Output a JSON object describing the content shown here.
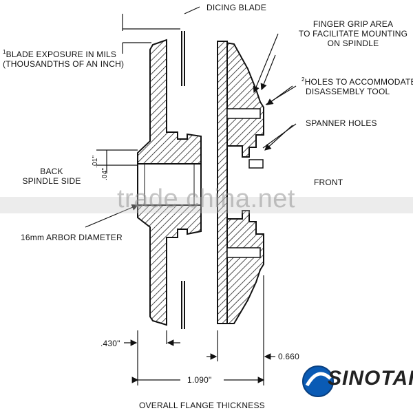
{
  "labels": {
    "dicing_blade": "DICING BLADE",
    "finger_grip_line1": "FINGER GRIP AREA",
    "finger_grip_line2": "TO FACILITATE MOUNTING",
    "finger_grip_line3": "ON SPINDLE",
    "blade_exposure_note": "1",
    "blade_exposure_line1": "BLADE EXPOSURE IN MILS",
    "blade_exposure_line2": "(THOUSANDTHS OF AN INCH)",
    "holes_note": "2",
    "holes_line1": "HOLES TO ACCOMMODATE",
    "holes_line2": "DISASSEMBLY TOOL",
    "spanner_holes": "SPANNER HOLES",
    "back_line1": "BACK",
    "back_line2": "SPINDLE SIDE",
    "front": "FRONT",
    "arbor": "16mm ARBOR DIAMETER",
    "dim_small_1": ".01\"",
    "dim_small_2": ".04\"",
    "dim_430": ".430\"",
    "dim_660": "0.660",
    "dim_1090": "1.090\"",
    "overall": "OVERALL FLANGE THICKNESS"
  },
  "watermark": "trade.china.net",
  "logo_text": "SINOTAI",
  "colors": {
    "line": "#111111",
    "hatch": "#222222",
    "logo_blue": "#0a5bb5"
  }
}
